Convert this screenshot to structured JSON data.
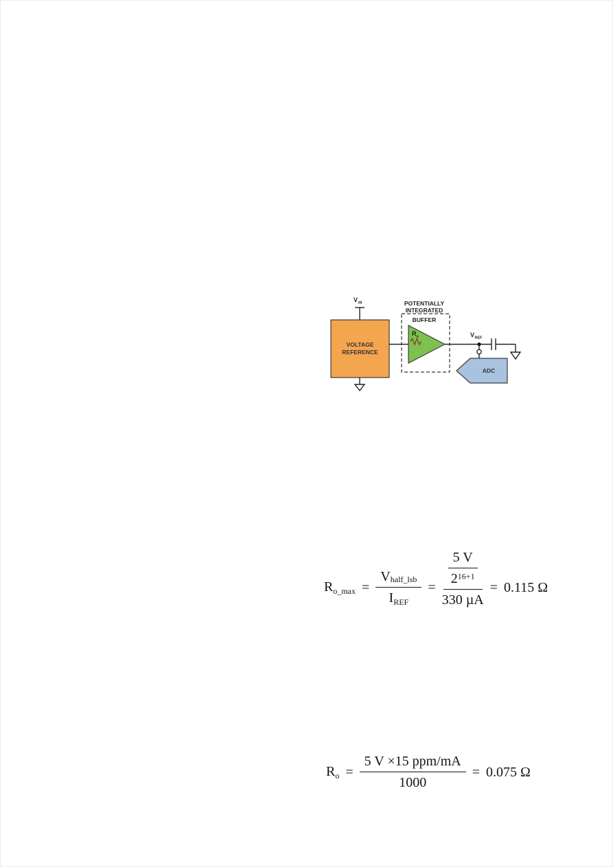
{
  "diagram": {
    "labels": {
      "vin_base": "V",
      "vin_sub": "IN",
      "pot_line1": "POTENTIALLY",
      "pot_line2": "INTEGRATED",
      "buffer": "BUFFER",
      "ro_base": "R",
      "ro_sub": "o",
      "voltage_line1": "VOLTAGE",
      "voltage_line2": "REFERENCE",
      "vref_base": "V",
      "vref_sub": "REF",
      "adc": "ADC"
    },
    "colors": {
      "reference_fill": "#F4A64F",
      "buffer_fill": "#7DC24E",
      "adc_fill": "#A8C2E0",
      "resistor_stroke": "#8B3A2A"
    }
  },
  "equations": {
    "ro_max": {
      "lhs_base": "R",
      "lhs_sub": "o_max",
      "equals1": "=",
      "num1_base": "V",
      "num1_sub": "half_lsb",
      "den1_base": "I",
      "den1_sub": "REF",
      "equals2": "=",
      "inner_num": "5 V",
      "inner_den_base": "2",
      "inner_den_exp": "16+1",
      "outer_den": "330 µA",
      "equals3": "=",
      "result": "0.115 Ω"
    },
    "ro": {
      "lhs_base": "R",
      "lhs_sub": "o",
      "equals1": "=",
      "num": "5 V ×15 ppm/mA",
      "den": "1000",
      "equals2": "=",
      "result": "0.075 Ω"
    }
  }
}
